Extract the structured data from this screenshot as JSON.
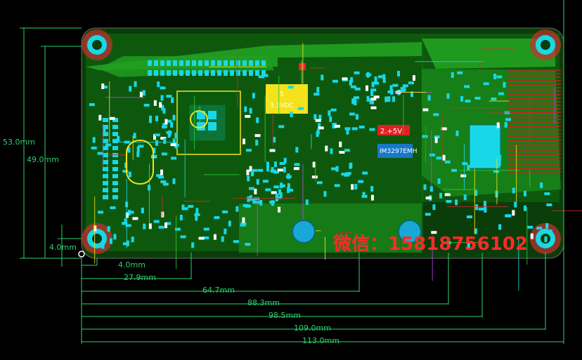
{
  "dimensions": {
    "vertical": {
      "height_53": "53.0mm",
      "height_49": "49.0mm",
      "offset_4": "4.0mm"
    },
    "horizontal": {
      "d1": "4.0mm",
      "d2": "27.9mm",
      "d3": "64.7mm",
      "d4": "88.3mm",
      "d5": "98.5mm",
      "d6": "109.0mm",
      "d7": "113.0mm"
    }
  },
  "board_labels": {
    "regulator": "5",
    "regulator_sub": "3.3VDC",
    "power_tag": "2.+5V",
    "chip_tag": "IM3297EMH"
  },
  "watermark": "微信：15818756102",
  "colors": {
    "board_copper": "#1f8f1f",
    "dimension_line": "#2bd26a",
    "pad_cyan": "#18d8e8",
    "watermark_red": "#ff2a2a",
    "keepout_red": "#c81e1e",
    "regulator_yellow": "#f3e21c"
  }
}
